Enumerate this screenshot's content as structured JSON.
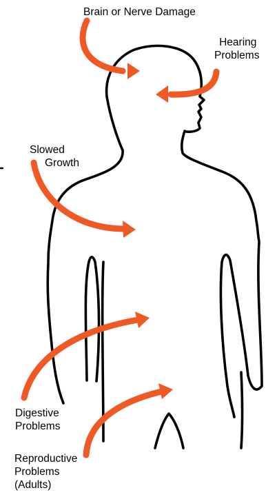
{
  "colors": {
    "arrow": "#ef5a24",
    "outline": "#000000",
    "background": "#ffffff"
  },
  "labels": {
    "brain": "Brain or Nerve Damage",
    "hearing": [
      "Hearing",
      "Problems"
    ],
    "growth": [
      "Slowed",
      "Growth"
    ],
    "digestive": [
      "Digestive",
      "Problems"
    ],
    "reproductive": [
      "Reproductive",
      "Problems",
      "(Adults)"
    ]
  }
}
